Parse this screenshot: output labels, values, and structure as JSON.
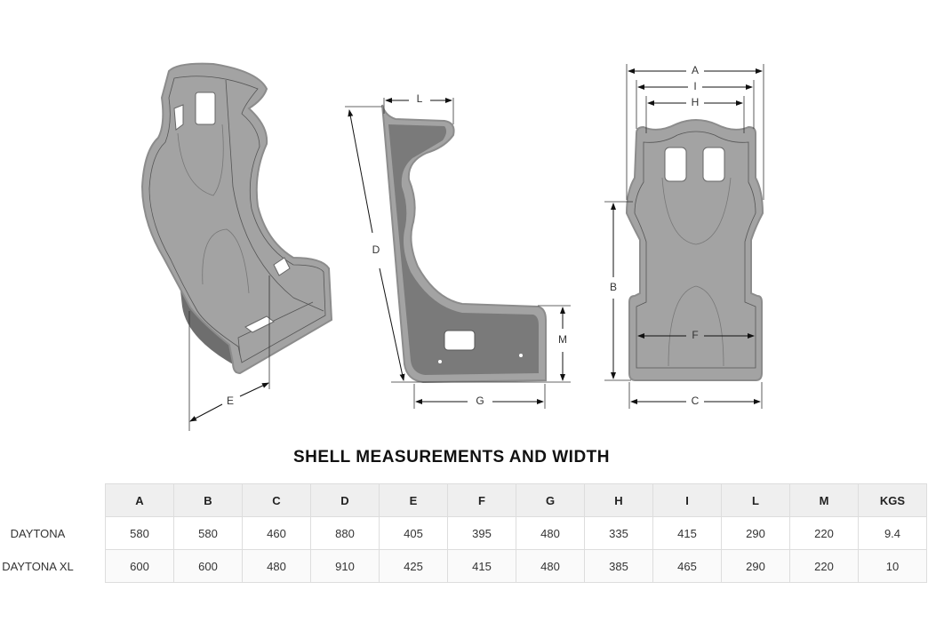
{
  "diagram_labels": {
    "seat_iso": {
      "E": "E"
    },
    "seat_side": {
      "L": "L",
      "D": "D",
      "M": "M",
      "G": "G"
    },
    "seat_front": {
      "A": "A",
      "I": "I",
      "H": "H",
      "B": "B",
      "F": "F",
      "C": "C"
    }
  },
  "title": "SHELL MEASUREMENTS AND WIDTH",
  "table": {
    "headers": [
      "A",
      "B",
      "C",
      "D",
      "E",
      "F",
      "G",
      "H",
      "I",
      "L",
      "M",
      "KGS"
    ],
    "rows": [
      {
        "label": "DAYTONA",
        "values": [
          "580",
          "580",
          "460",
          "880",
          "405",
          "395",
          "480",
          "335",
          "415",
          "290",
          "220",
          "9.4"
        ]
      },
      {
        "label": "DAYTONA XL",
        "values": [
          "600",
          "600",
          "480",
          "910",
          "425",
          "415",
          "480",
          "385",
          "465",
          "290",
          "220",
          "10"
        ]
      }
    ]
  },
  "colors": {
    "shell": "#a3a3a3",
    "shell_edge": "#8c8c8c",
    "shadow": "#6e6e6e",
    "header_bg": "#efefef"
  }
}
